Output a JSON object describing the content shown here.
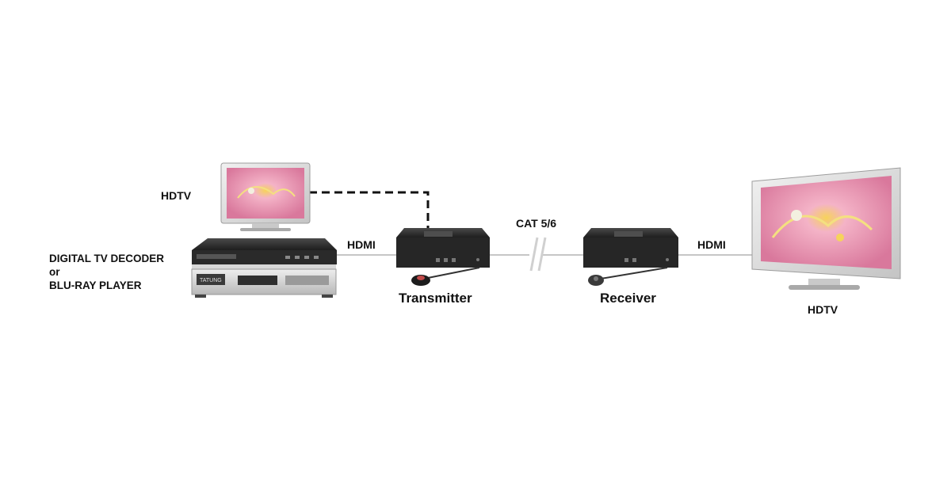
{
  "labels": {
    "source_line1": "DIGITAL TV DECODER",
    "source_line2": "or",
    "source_line3": "BLU-RAY PLAYER",
    "hdtv_top": "HDTV",
    "hdmi_left": "HDMI",
    "cat_cable": "CAT 5/6",
    "hdmi_right": "HDMI",
    "transmitter": "Transmitter",
    "receiver": "Receiver",
    "hdtv_right": "HDTV"
  },
  "device_text": {
    "decoder_brand": "TATUNG"
  },
  "colors": {
    "cable": "#bfbfbf",
    "dashed_link": "#111111",
    "extender_body": "#2b2b2b",
    "screen_pink": "#e9a6bf",
    "bezel": "#d7d7d7"
  },
  "icons": [
    "tv-icon",
    "decoder-icon",
    "bluray-player-icon",
    "extender-icon",
    "ir-sensor-icon",
    "cable-break-icon"
  ]
}
